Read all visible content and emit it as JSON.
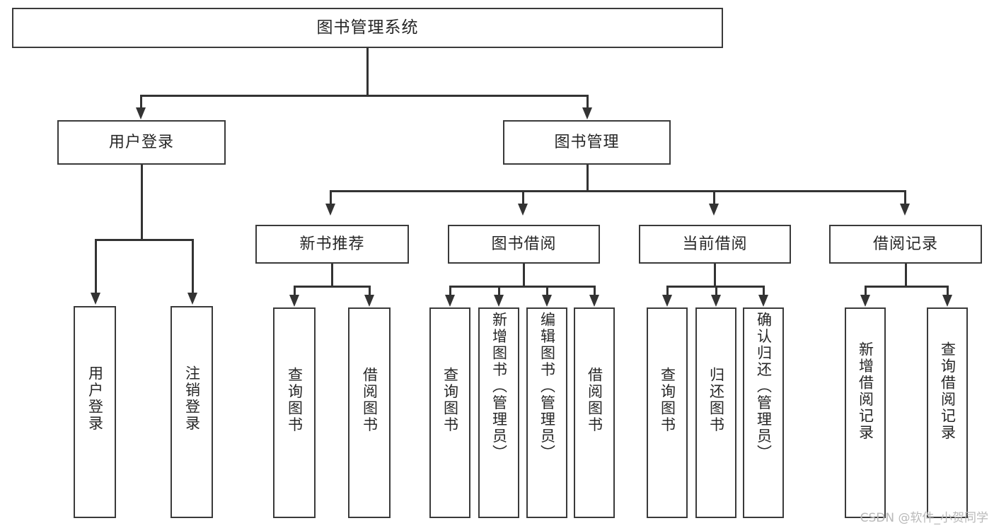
{
  "diagram": {
    "type": "tree-hierarchy",
    "title": "图书管理系统",
    "orientation": "top-down",
    "colors": {
      "box_border": "#3a3a3a",
      "box_fill": "#ffffff",
      "connector": "#333333",
      "text": "#262626",
      "watermark": "#b9b9b9",
      "background": "#ffffff"
    }
  },
  "root": {
    "label": "图书管理系统"
  },
  "level1": [
    {
      "label": "用户登录"
    },
    {
      "label": "图书管理"
    }
  ],
  "level2": [
    {
      "label": "新书推荐"
    },
    {
      "label": "图书借阅"
    },
    {
      "label": "当前借阅"
    },
    {
      "label": "借阅记录"
    }
  ],
  "leaves": {
    "user_login": [
      {
        "label": "用户登录"
      },
      {
        "label": "注销登录"
      }
    ],
    "new_book_recommend": [
      {
        "label": "查询图书"
      },
      {
        "label": "借阅图书"
      }
    ],
    "book_borrow": [
      {
        "label": "查询图书"
      },
      {
        "label": "新增图书（管理员）"
      },
      {
        "label": "编辑图书（管理员）"
      },
      {
        "label": "借阅图书"
      }
    ],
    "current_borrow": [
      {
        "label": "查询图书"
      },
      {
        "label": "归还图书"
      },
      {
        "label": "确认归还（管理员）"
      }
    ],
    "borrow_records": [
      {
        "label": "新增借阅记录"
      },
      {
        "label": "查询借阅记录"
      }
    ]
  },
  "watermark": {
    "text": "CSDN @软件_小贺同学"
  }
}
